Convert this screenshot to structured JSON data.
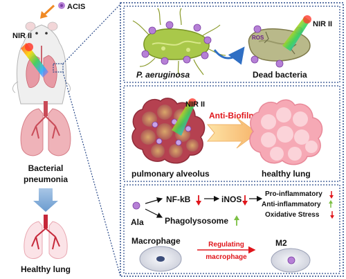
{
  "left": {
    "acis_label": "ACIS",
    "nir_label": "NIR II",
    "condition_line1": "Bacterial",
    "condition_line2": "pneumonia",
    "outcome_label": "Healthy lung"
  },
  "panel_top": {
    "nir_label": "NIR II",
    "ros_label": "ROS",
    "bacteria_label": "P. aeruginosa",
    "dead_label": "Dead bacteria"
  },
  "panel_middle": {
    "nir_label": "NIR II",
    "process_label": "Anti-Biofilm",
    "alveolus_label": "pulmonary alveolus",
    "healthy_label": "healthy lung"
  },
  "panel_bottom": {
    "nfkb_label": "NF-kB",
    "inos_label": "iNOS",
    "ala_label": "Ala",
    "phago_label": "Phagolysosome",
    "pro_label": "Pro-inflammatory",
    "anti_label": "Anti-inflammatory",
    "ox_label": "Oxidative Stress",
    "macrophage_label": "Macrophage",
    "regulating_line1": "Regulating",
    "regulating_line2": "macrophage",
    "m2_label": "M2"
  },
  "colors": {
    "frame": "#2a4a8a",
    "red_text": "#e0151b",
    "up_arrow": "#7cc043",
    "down_arrow": "#e0151b",
    "lung": "#e99aa6",
    "bacteria": "#a9c84a"
  }
}
